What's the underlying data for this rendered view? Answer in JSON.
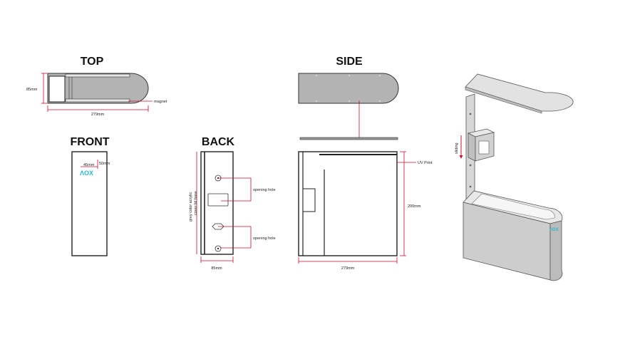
{
  "views": {
    "top": {
      "title": "TOP",
      "height_dim": "85mm",
      "width_dim": "279mm",
      "magnet_label": "magnet"
    },
    "front": {
      "title": "FRONT",
      "logo_offset_x": "45mm",
      "logo_offset_y": "50mm",
      "logo_text": "ΛOX"
    },
    "back": {
      "title": "BACK",
      "side_note": "grey color acrylic\ncover lid base",
      "hole_label_1": "opening hole",
      "hole_label_2": "opening hole",
      "width_dim": "85mm"
    },
    "side": {
      "title": "SIDE",
      "uv_label": "UV Print",
      "height_dim": "200mm",
      "width_dim": "279mm"
    },
    "iso": {
      "sliding_label": "sliding",
      "logo_text": "ΛOX"
    }
  },
  "colors": {
    "dimension_red": "#c8102e",
    "logo_teal": "#2ab7c9",
    "panel_grey": "#c9c9c9"
  }
}
